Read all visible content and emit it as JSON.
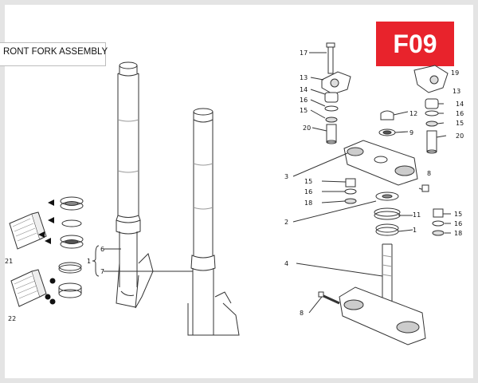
{
  "header": {
    "title": "RONT FORK ASSEMBLY",
    "code": "F09"
  },
  "colors": {
    "badge": "#e8232c",
    "line": "#333333",
    "frame": "#e4e4e4"
  },
  "callouts": {
    "c17": "17",
    "c19": "19",
    "c13a": "13",
    "c13b": "13",
    "c14a": "14",
    "c14b": "14",
    "c16a": "16",
    "c16b": "16",
    "c15a": "15",
    "c15b": "15",
    "c20a": "20",
    "c20b": "20",
    "c12": "12",
    "c9": "9",
    "c3": "3",
    "c8a": "8",
    "c15c": "15",
    "c16c": "16",
    "c18a": "18",
    "c2": "2",
    "c11": "11",
    "c1r": "1",
    "c15d": "15",
    "c16d": "16",
    "c18b": "18",
    "c4": "4",
    "c8b": "8",
    "c6": "6",
    "c7": "7",
    "c1l": "1",
    "c21": "21",
    "c22": "22"
  }
}
